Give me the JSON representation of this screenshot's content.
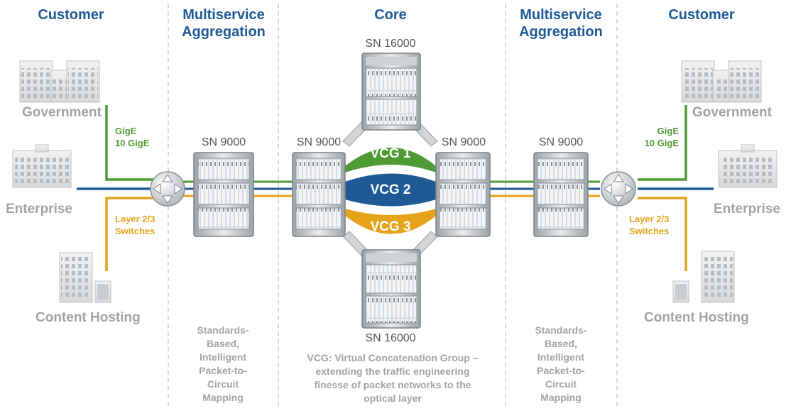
{
  "headers": {
    "customer_left": "Customer",
    "aggregation_left_line1": "Multiservice",
    "aggregation_left_line2": "Aggregation",
    "core": "Core",
    "aggregation_right_line1": "Multiservice",
    "aggregation_right_line2": "Aggregation",
    "customer_right": "Customer"
  },
  "customers": {
    "government": "Government",
    "enterprise": "Enterprise",
    "content_hosting": "Content Hosting"
  },
  "links": {
    "gige_line1": "GigE",
    "gige_line2": "10 GigE",
    "layer_line1": "Layer 2/3",
    "layer_line2": "Switches"
  },
  "devices": {
    "sn9000": "SN 9000",
    "sn16000": "SN 16000"
  },
  "vcg": {
    "vcg1": "VCG 1",
    "vcg2": "VCG 2",
    "vcg3": "VCG 3"
  },
  "notes": {
    "mapping": [
      "Standards-",
      "Based,",
      "Intelligent",
      "Packet-to-",
      "Circuit",
      "Mapping"
    ],
    "vcg_definition": [
      "VCG:  Virtual Concatenation Group –",
      "extending the traffic engineering",
      "finesse of packet networks to the",
      "optical layer"
    ]
  },
  "colors": {
    "header_blue": "#1f5a96",
    "green": "#4e9a35",
    "blue": "#1f5a96",
    "yellow": "#e5a31a",
    "gray_text": "#a3a3a3"
  }
}
